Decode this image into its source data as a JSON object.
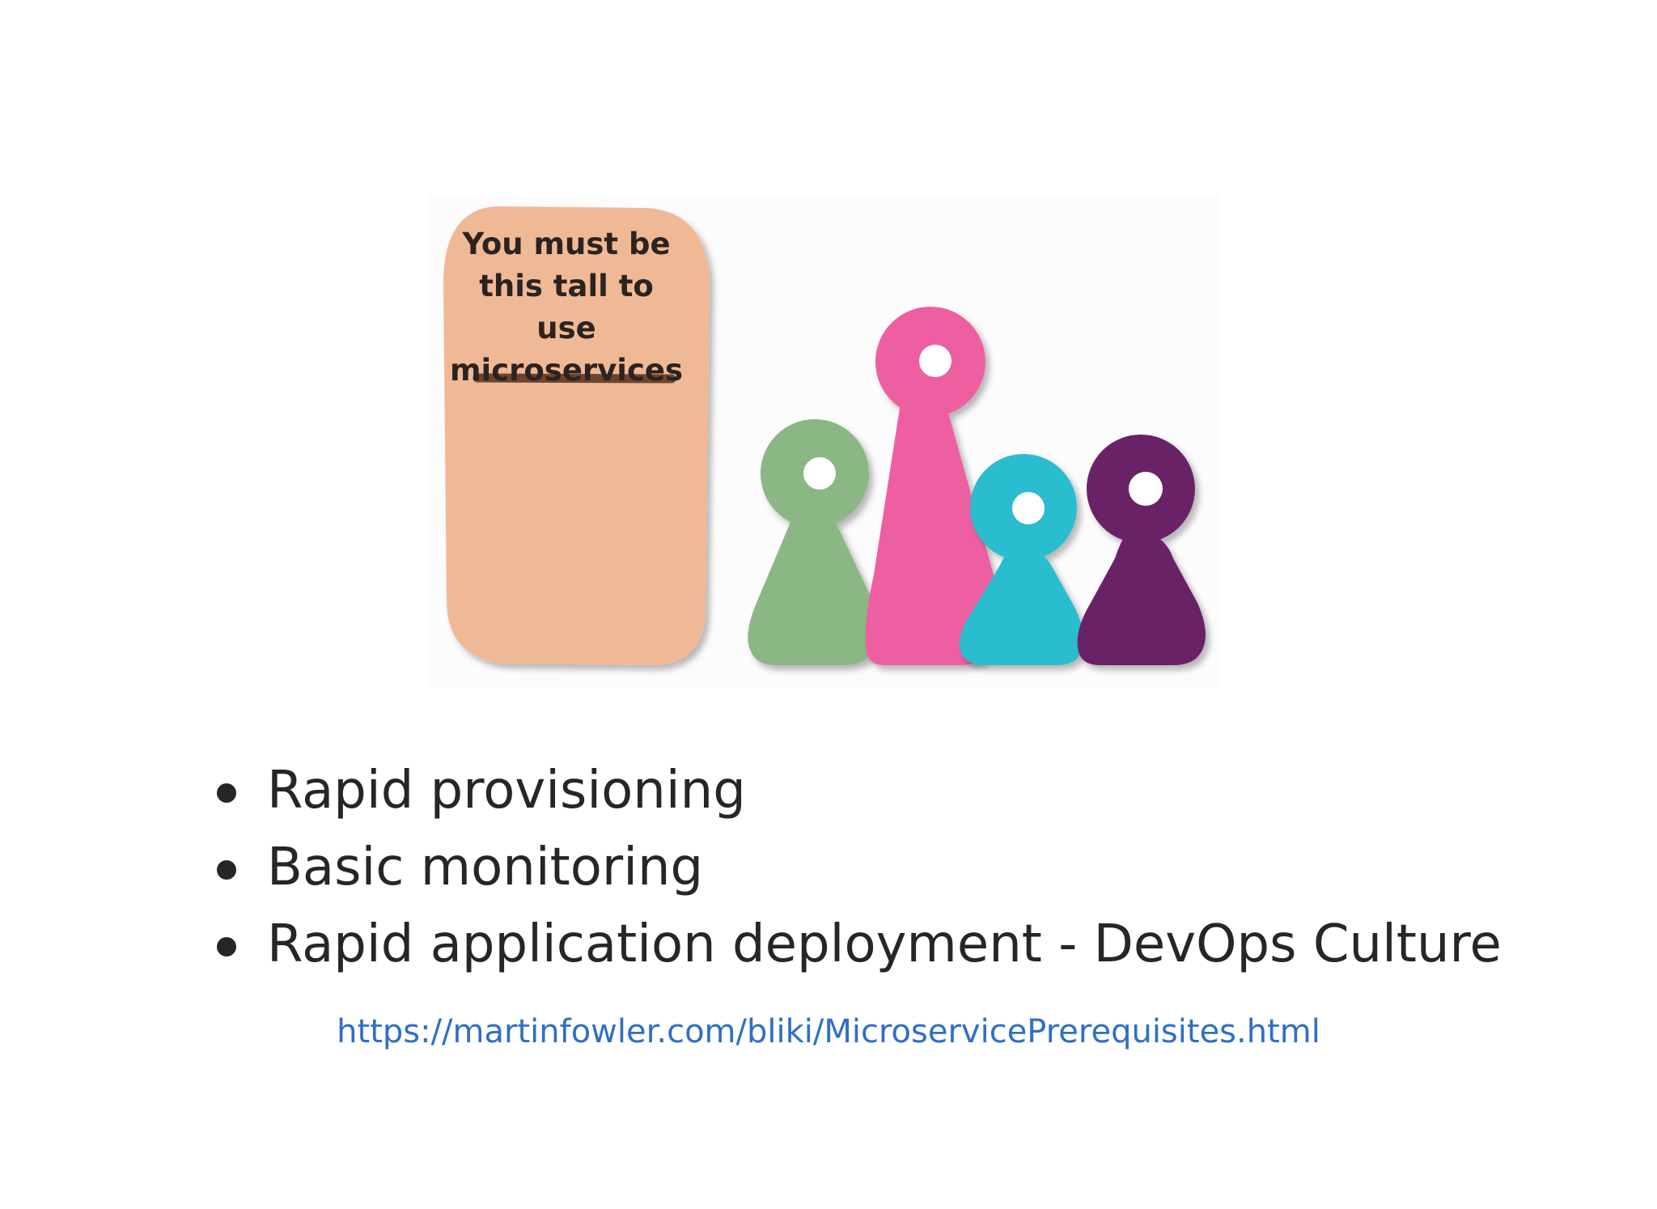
{
  "illustration": {
    "sign_lines": [
      "You must be",
      "this tall to use",
      "microservices"
    ],
    "colors": {
      "sign": "#f0b995",
      "sign_bar": "#6b4430",
      "piece_green": "#8ab783",
      "piece_pink": "#ee5fa2",
      "piece_cyan": "#29bccf",
      "piece_purple": "#6a2266"
    }
  },
  "bullets": [
    "Rapid provisioning",
    "Basic monitoring",
    "Rapid application deployment - DevOps Culture"
  ],
  "link": {
    "text": "https://martinfowler.com/bliki/MicroservicePrerequisites.html",
    "color": "#2f6fc6"
  }
}
